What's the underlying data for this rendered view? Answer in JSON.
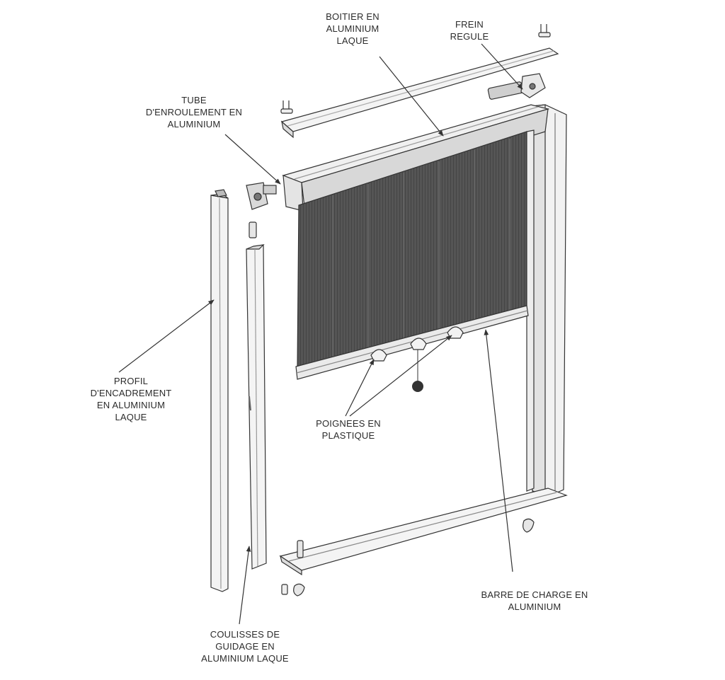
{
  "labels": {
    "boitier": [
      "BOITIER EN",
      "ALUMINIUM",
      "LAQUE"
    ],
    "frein": [
      "FREIN",
      "REGULE"
    ],
    "tube": [
      "TUBE",
      "D'ENROULEMENT EN",
      "ALUMINIUM"
    ],
    "profil": [
      "PROFIL",
      "D'ENCADREMENT",
      "EN ALUMINIUM",
      "LAQUE"
    ],
    "poignees": [
      "POIGNEES EN",
      "PLASTIQUE"
    ],
    "barre": [
      "BARRE DE CHARGE EN",
      "ALUMINIUM"
    ],
    "coulisses": [
      "COULISSES DE",
      "GUIDAGE EN",
      "ALUMINIUM LAQUE"
    ]
  },
  "colors": {
    "line": "#333333",
    "screen": "#4a4a4a",
    "metal_light": "#f4f4f4",
    "metal_mid": "#d9d9d9"
  }
}
